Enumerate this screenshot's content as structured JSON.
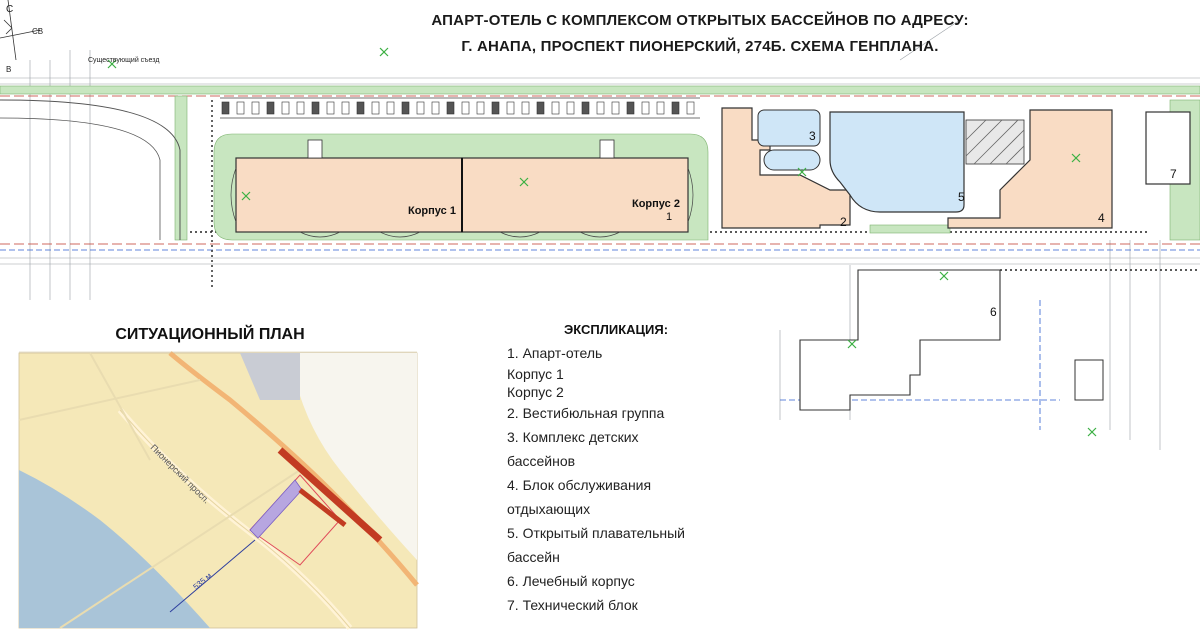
{
  "title": {
    "line1": "АПАРТ-ОТЕЛЬ С КОМПЛЕКСОМ ОТКРЫТЫХ БАССЕЙНОВ ПО АДРЕСУ:",
    "line2": "Г. АНАПА, ПРОСПЕКТ ПИОНЕРСКИЙ, 274Б. СХЕМА ГЕНПЛАНА."
  },
  "plan": {
    "existing_road_label": "Существующий съезд",
    "compass": [
      "С",
      "СВ",
      "В"
    ],
    "building_labels": {
      "korpus1": "Корпус 1",
      "korpus2": "Корпус 2",
      "n1": "1",
      "n2": "2",
      "n3": "3",
      "n4": "4",
      "n5": "5",
      "n6": "6",
      "n7": "7"
    }
  },
  "situation": {
    "title": "СИТУАЦИОННЫЙ ПЛАН",
    "street_label": "Пионерский просп.",
    "distance_label": "535 м",
    "colors": {
      "land": "#f5e8b8",
      "sea": "#a9c4d8",
      "road": "#f2b575",
      "highlight": "#c23b22"
    }
  },
  "explication": {
    "heading": "ЭКСПЛИКАЦИЯ:",
    "items": [
      "1. Апарт-отель",
      "Корпус 1",
      "Корпус 2",
      "2. Вестибюльная группа",
      "3. Комплекс детских",
      "бассейнов",
      "4. Блок обслуживания",
      "отдыхающих",
      "5. Открытый плавательный",
      "бассейн",
      "6. Лечебный корпус",
      "7. Технический блок"
    ]
  }
}
